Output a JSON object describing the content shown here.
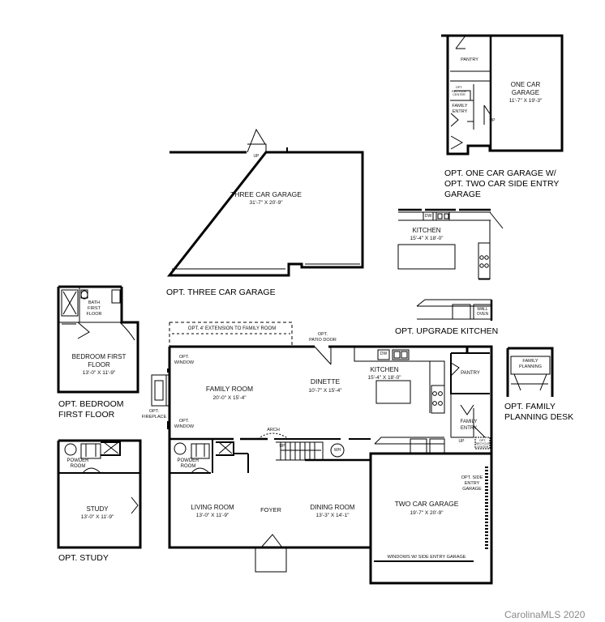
{
  "watermark": "CarolinaMLS 2020",
  "options": {
    "three_car_garage": {
      "caption": "OPT. THREE CAR GARAGE",
      "room": "THREE CAR GARAGE",
      "dims": "31'-7\" X 20'-9\"",
      "up": "UP"
    },
    "one_car_garage": {
      "caption_1": "OPT. ONE CAR GARAGE W/",
      "caption_2": "OPT. TWO CAR SIDE ENTRY",
      "caption_3": "GARAGE",
      "room": "ONE CAR",
      "room_2": "GARAGE",
      "dims": "11'-7\" X 19'-3\"",
      "pantry": "PANTRY",
      "family_entry_1": "FAMILY",
      "family_entry_2": "ENTRY",
      "opt_center": "OPT. RECYCLE CENTER",
      "up": "UP"
    },
    "upgrade_kitchen": {
      "caption": "OPT. UPGRADE KITCHEN",
      "room": "KITCHEN",
      "dims": "15'-4\" X 18'-0\"",
      "dw": "DW",
      "wall_oven_1": "WALL",
      "wall_oven_2": "OVEN"
    },
    "bedroom_first_floor": {
      "caption_1": "OPT. BEDROOM",
      "caption_2": "FIRST FLOOR",
      "room_1": "BEDROOM FIRST",
      "room_2": "FLOOR",
      "dims": "13'-0\" X 11'-9\"",
      "bath_1": "BATH",
      "bath_2": "FIRST",
      "bath_3": "FLOOR"
    },
    "study": {
      "caption": "OPT. STUDY",
      "room": "STUDY",
      "dims": "13'-0\" X 11'-9\"",
      "powder_1": "POWDER",
      "powder_2": "ROOM"
    },
    "family_planning": {
      "caption_1": "OPT. FAMILY",
      "caption_2": "PLANNING DESK",
      "label_1": "FAMILY",
      "label_2": "PLANNING"
    }
  },
  "main_plan": {
    "extension": "OPT. 4' EXTENSION TO FAMILY ROOM",
    "patio_door_1": "OPT.",
    "patio_door_2": "PATIO DOOR",
    "opt_window_1": "OPT.",
    "opt_window_2": "WINDOW",
    "opt_fireplace_1": "OPT.",
    "opt_fireplace_2": "FIREPLACE",
    "family_room": "FAMILY ROOM",
    "family_room_dims": "20'-0\" X 15'-4\"",
    "dinette": "DINETTE",
    "dinette_dims": "10'-7\" X 15'-4\"",
    "kitchen": "KITCHEN",
    "kitchen_dims": "15'-4\" X 18'-0\"",
    "dw": "DW",
    "pantry": "PANTRY",
    "family_entry_1": "FAMILY",
    "family_entry_2": "ENTRY",
    "arch": "ARCH",
    "up": "UP",
    "wh": "WH",
    "powder_1": "POWDER",
    "powder_2": "ROOM",
    "living_room": "LIVING ROOM",
    "living_room_dims": "13'-0\" X 11'-9\"",
    "foyer": "FOYER",
    "dining_room": "DINING ROOM",
    "dining_room_dims": "13'-3\" X 14'-1\"",
    "two_car_garage": "TWO CAR GARAGE",
    "two_car_garage_dims": "19'-7\" X 20'-9\"",
    "side_entry_1": "OPT. SIDE",
    "side_entry_2": "ENTRY",
    "side_entry_3": "GARAGE",
    "windows_note": "WINDOWS W/ SIDE ENTRY GARAGE",
    "opt_center": "OPT. RECYCLE CENTER"
  }
}
